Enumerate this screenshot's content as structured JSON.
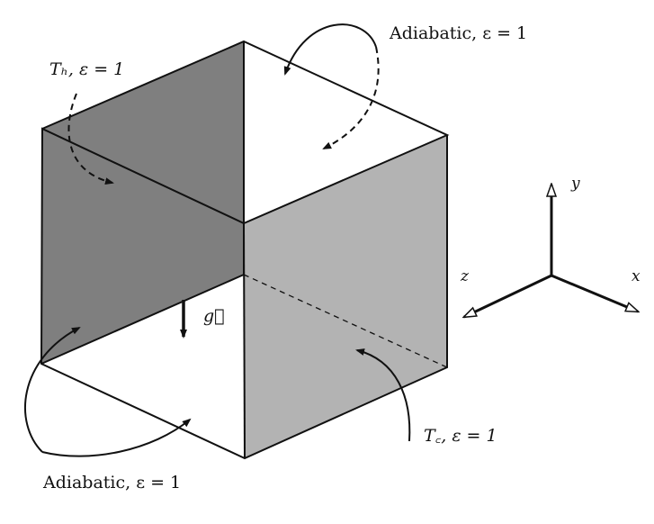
{
  "labels": {
    "top_adiabatic": "Adiabatic, ε = 1",
    "hot_wall": "Tₕ,  ε = 1",
    "cold_wall": "T꜀,  ε = 1",
    "bottom_adiabatic": "Adiabatic, ε = 1",
    "gravity": "g⃗",
    "axis_x": "x",
    "axis_y": "y",
    "axis_z": "z"
  },
  "colors": {
    "hot_wall": "#7f7f7f",
    "cold_wall": "#b3b3b3",
    "adiabatic": "#ffffff",
    "line": "#111111"
  }
}
